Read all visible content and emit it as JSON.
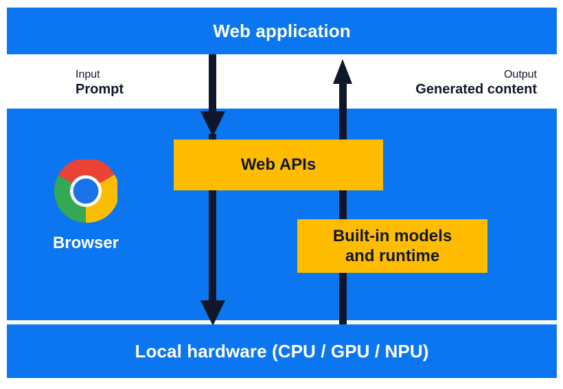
{
  "diagram": {
    "title_bar": {
      "label": "Web application"
    },
    "middle_layer": {
      "browser": {
        "label": "Browser",
        "icon": "chrome-logo-icon",
        "logo_colors": {
          "red": "#ea4335",
          "yellow": "#fbbc04",
          "green": "#34a853",
          "blue": "#1a73e8",
          "ring": "#ffffff"
        }
      },
      "boxes": [
        {
          "label": "Web APIs"
        },
        {
          "label": "Built-in models\nand runtime"
        }
      ]
    },
    "bottom_bar": {
      "label": "Local hardware (CPU / GPU / NPU)"
    },
    "annotations": [
      {
        "kind": "Input",
        "value": "Prompt"
      },
      {
        "kind": "Output",
        "value": "Generated content"
      }
    ],
    "flows": [
      {
        "name": "prompt-down-to-web-apis",
        "direction": "down"
      },
      {
        "name": "web-apis-down-to-hardware",
        "direction": "down"
      },
      {
        "name": "hardware-up-to-web-application",
        "direction": "up"
      }
    ],
    "colors": {
      "band_blue": "#0b76ef",
      "box_yellow": "#ffbc00",
      "arrow_navy": "#10172a",
      "text_on_blue": "#ffffff",
      "text_on_yellow": "#10172a",
      "background": "#ffffff"
    }
  }
}
